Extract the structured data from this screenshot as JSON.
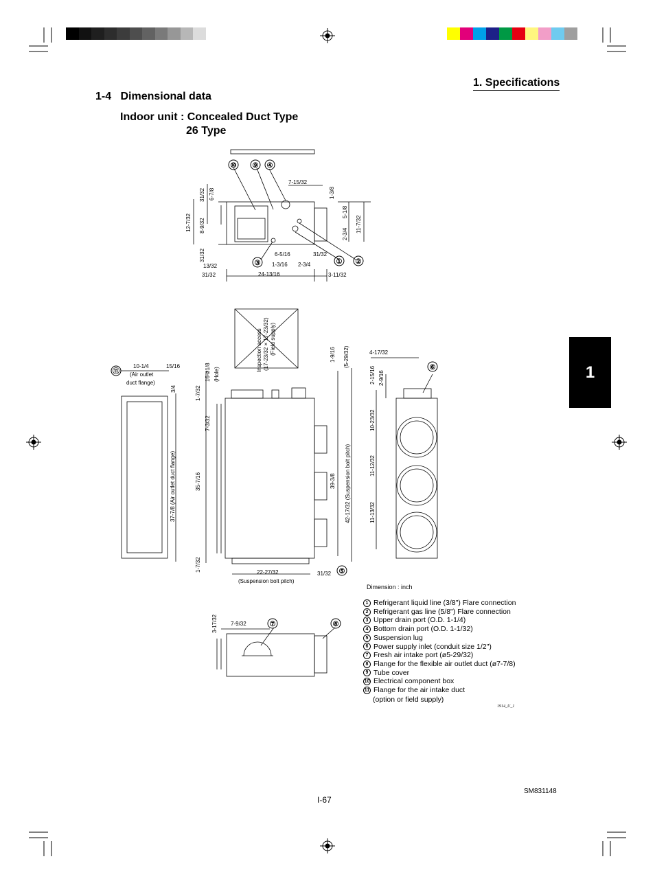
{
  "header": {
    "section_right": "1. Specifications",
    "section_title": "1-4   Dimensional data",
    "unit_line1": "Indoor unit : Concealed Duct Type",
    "unit_line2": "26 Type",
    "tab_number": "1"
  },
  "colors": {
    "bar_gray": [
      "#000000",
      "#111111",
      "#1f1f1f",
      "#2d2d2d",
      "#3c3c3c",
      "#4e4e4e",
      "#626262",
      "#7a7a7a",
      "#979797",
      "#b7b7b7",
      "#dcdcdc"
    ],
    "bar_color": [
      "#ffff00",
      "#e2007a",
      "#00a0e9",
      "#1d2088",
      "#009944",
      "#e60012",
      "#fff67f",
      "#f29ec8",
      "#6fcbef",
      "#9f9f9f"
    ]
  },
  "top_view": {
    "labels": [
      "⑩",
      "⑨",
      "④",
      "③",
      "①",
      "②"
    ],
    "dims": [
      "7-15/32",
      "1-3/8",
      "31/32",
      "6-7/8",
      "12-7/32",
      "8-9/32",
      "5-1/8",
      "11-7/32",
      "2-3/4",
      "31/32",
      "6-5/16",
      "31/32",
      "1-3/16",
      "2-3/4",
      "13/32",
      "31/32",
      "24-13/16",
      "3-11/32"
    ]
  },
  "front_view": {
    "inspection_text": [
      "Inspection access",
      "(17-23/32 × 17-23/32)",
      "(Field supply)"
    ],
    "labels": [
      "⑪",
      "⑤"
    ],
    "dims": [
      "10-1/4",
      "15/16",
      "(Air outlet",
      "duct flange)",
      "3/4",
      "16-ø1/8",
      "(Hole)",
      "1-7/32",
      "7-3/32",
      "35-7/16",
      "37-7/8  (Air outlet duct flange)",
      "1-9/16",
      "(5-29/32)",
      "39-3/8",
      "42-17/32 (Suspension bolt pitch)",
      "1-7/32",
      "22-27/32",
      "(Suspension bolt pitch)",
      "31/32"
    ]
  },
  "side_view": {
    "labels": [
      "⑥"
    ],
    "dims": [
      "4-17/32",
      "2-15/16",
      "2-9/16",
      "10-23/32",
      "11-12/32",
      "11-13/32"
    ]
  },
  "bottom_view": {
    "labels": [
      "⑦",
      "⑧"
    ],
    "dims": [
      "3-17/32",
      "7-9/32"
    ]
  },
  "legend": {
    "dimension_note": "Dimension : inch",
    "items": [
      {
        "num": "1",
        "text": "Refrigerant liquid line (3/8\") Flare connection"
      },
      {
        "num": "2",
        "text": "Refrigerant gas line (5/8\") Flare connection"
      },
      {
        "num": "3",
        "text": "Upper drain port (O.D. 1-1/4)"
      },
      {
        "num": "4",
        "text": "Bottom drain port (O.D. 1-1/32)"
      },
      {
        "num": "5",
        "text": "Suspension lug"
      },
      {
        "num": "6",
        "text": "Power supply inlet (conduit size 1/2\")"
      },
      {
        "num": "7",
        "text": "Fresh air intake port (ø5-29/32)"
      },
      {
        "num": "8",
        "text": "Flange for the flexible air outlet duct (ø7-7/8)"
      },
      {
        "num": "9",
        "text": "Tube cover"
      },
      {
        "num": "10",
        "text": "Electrical component box"
      },
      {
        "num": "11",
        "text": "Flange for the air intake duct"
      }
    ],
    "item11_cont": "(option or field supply)",
    "ref_code": "1914_U_1"
  },
  "footer": {
    "page": "I-67",
    "doc_code": "SM831148"
  }
}
